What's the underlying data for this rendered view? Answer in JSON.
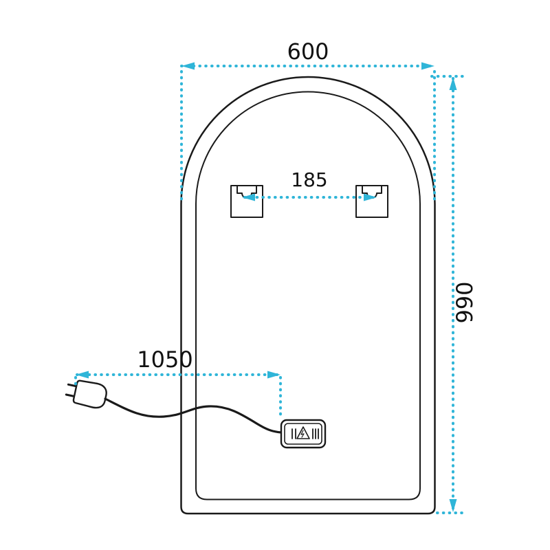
{
  "colors": {
    "accent": "#2fb5d8",
    "line": "#1a1a1a",
    "background": "#ffffff"
  },
  "dimensions": {
    "width_label": "600",
    "height_label": "990",
    "bracket_spacing_label": "185",
    "cable_length_label": "1050"
  },
  "icons": {
    "plug": "power-plug-icon",
    "cable": "power-cable",
    "junction_box": "junction-box-icon",
    "warning": "warning-triangle-icon",
    "brackets": "keyhole-bracket-icon"
  }
}
